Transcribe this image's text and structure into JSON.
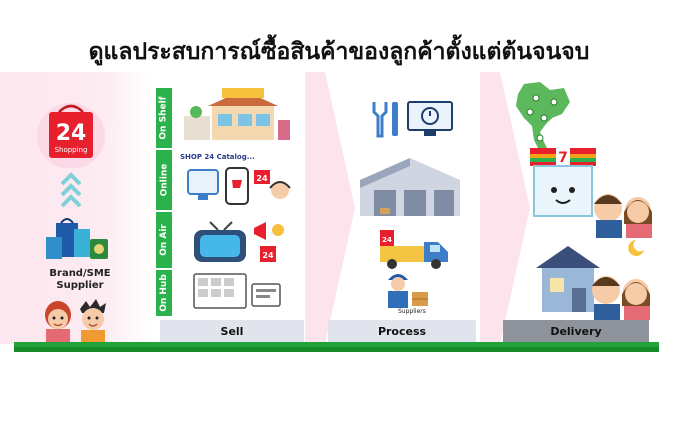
{
  "title": "ดูแลประสบการณ์ซื้อสินค้าของลูกค้าตั้งแต่ต้นจนจบ",
  "logo": {
    "number": "24",
    "text": "Shopping"
  },
  "supplier_label": "Brand/SME\nSupplier",
  "channels": [
    {
      "label": "On Shelf"
    },
    {
      "label": "Online"
    },
    {
      "label": "On Air"
    },
    {
      "label": "On Hub"
    }
  ],
  "catalog_text": "SHOP 24 Catalog...",
  "suppliers_label": "Suppliers",
  "stages": [
    {
      "label": "Sell"
    },
    {
      "label": "Process"
    },
    {
      "label": "Delivery"
    }
  ],
  "colors": {
    "green": "#2bb24c",
    "logo_red": "#e8202e",
    "band_pink": "#fde6ef",
    "stage_gray": "#e1e4ec",
    "stage_dark": "#8f949c"
  }
}
